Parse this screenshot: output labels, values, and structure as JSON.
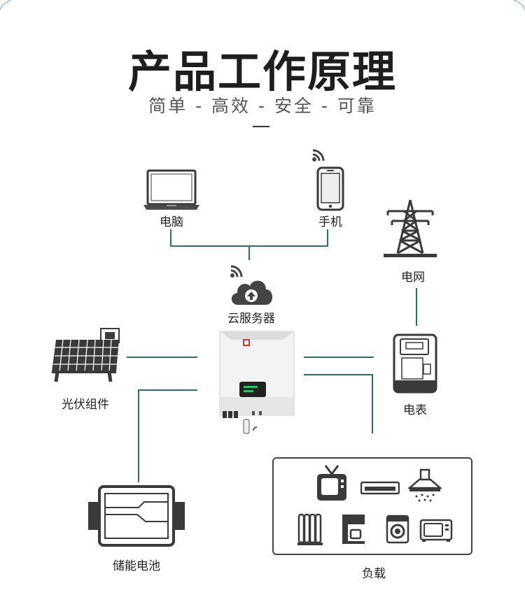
{
  "header": {
    "title": "产品工作原理",
    "subtitle": "简单 - 高效 - 安全 - 可靠"
  },
  "nodes": {
    "computer": "电脑",
    "phone": "手机",
    "cloud": "云服务器",
    "grid": "电网",
    "solar": "光伏组件",
    "meter": "电表",
    "battery": "储能电池",
    "load": "负载"
  },
  "colors": {
    "line": "#2f6d6c",
    "icon": "#3a3a3a",
    "inverter_accent": "#d9342b"
  }
}
